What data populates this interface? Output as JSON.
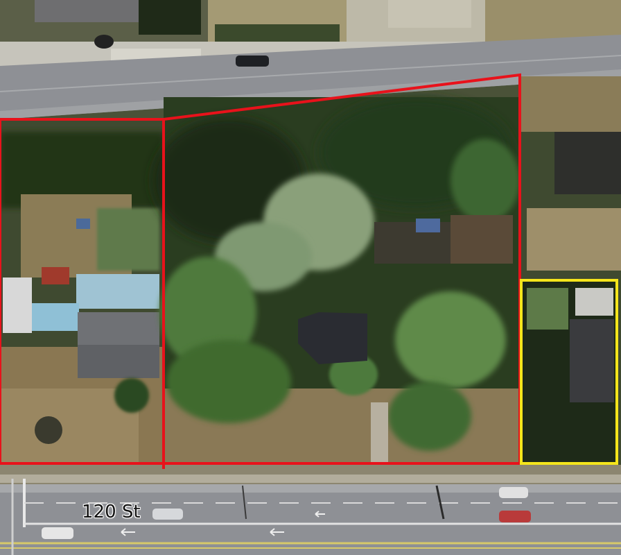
{
  "map": {
    "street_label": "120 St",
    "colors": {
      "parcel_red": "#e8121b",
      "parcel_yellow": "#f5e51b",
      "road": "#8e9095",
      "road_dark": "#6f7176",
      "foliage_dark": "#1f3518",
      "foliage_mid": "#3b5a2a",
      "foliage_light": "#7e9a6a",
      "dry_grass": "#9c8a62"
    },
    "features": [
      "highlighted-parcel-red",
      "highlighted-parcel-yellow",
      "road-north",
      "road-120-st",
      "houses",
      "trees",
      "cars"
    ]
  }
}
